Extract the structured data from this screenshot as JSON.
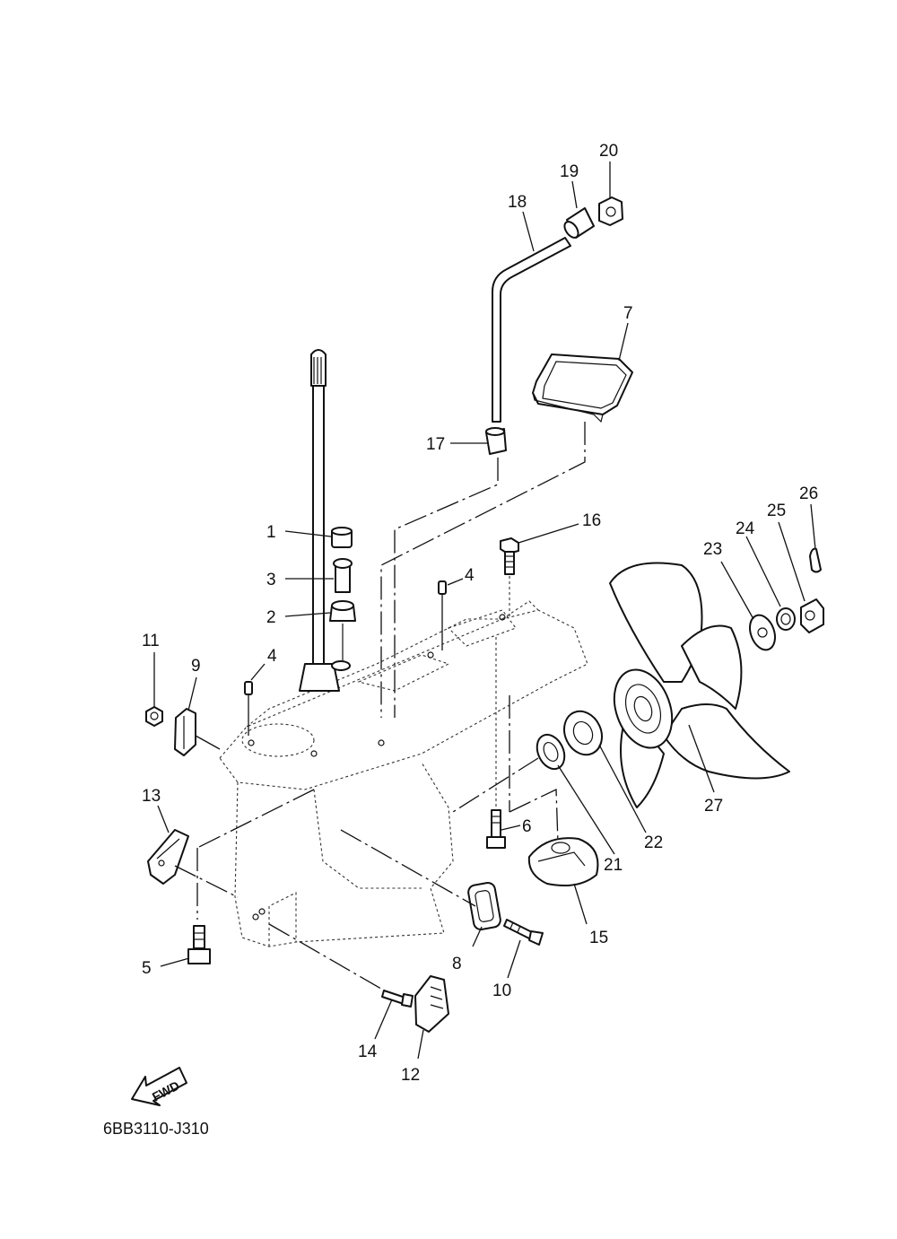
{
  "diagram": {
    "code": "6BB3110-J310",
    "fwd_label": "FWD",
    "callouts": [
      "1",
      "2",
      "3",
      "4",
      "4",
      "5",
      "6",
      "7",
      "8",
      "9",
      "10",
      "11",
      "12",
      "13",
      "14",
      "15",
      "16",
      "17",
      "18",
      "19",
      "20",
      "21",
      "22",
      "23",
      "24",
      "25",
      "26",
      "27"
    ]
  }
}
